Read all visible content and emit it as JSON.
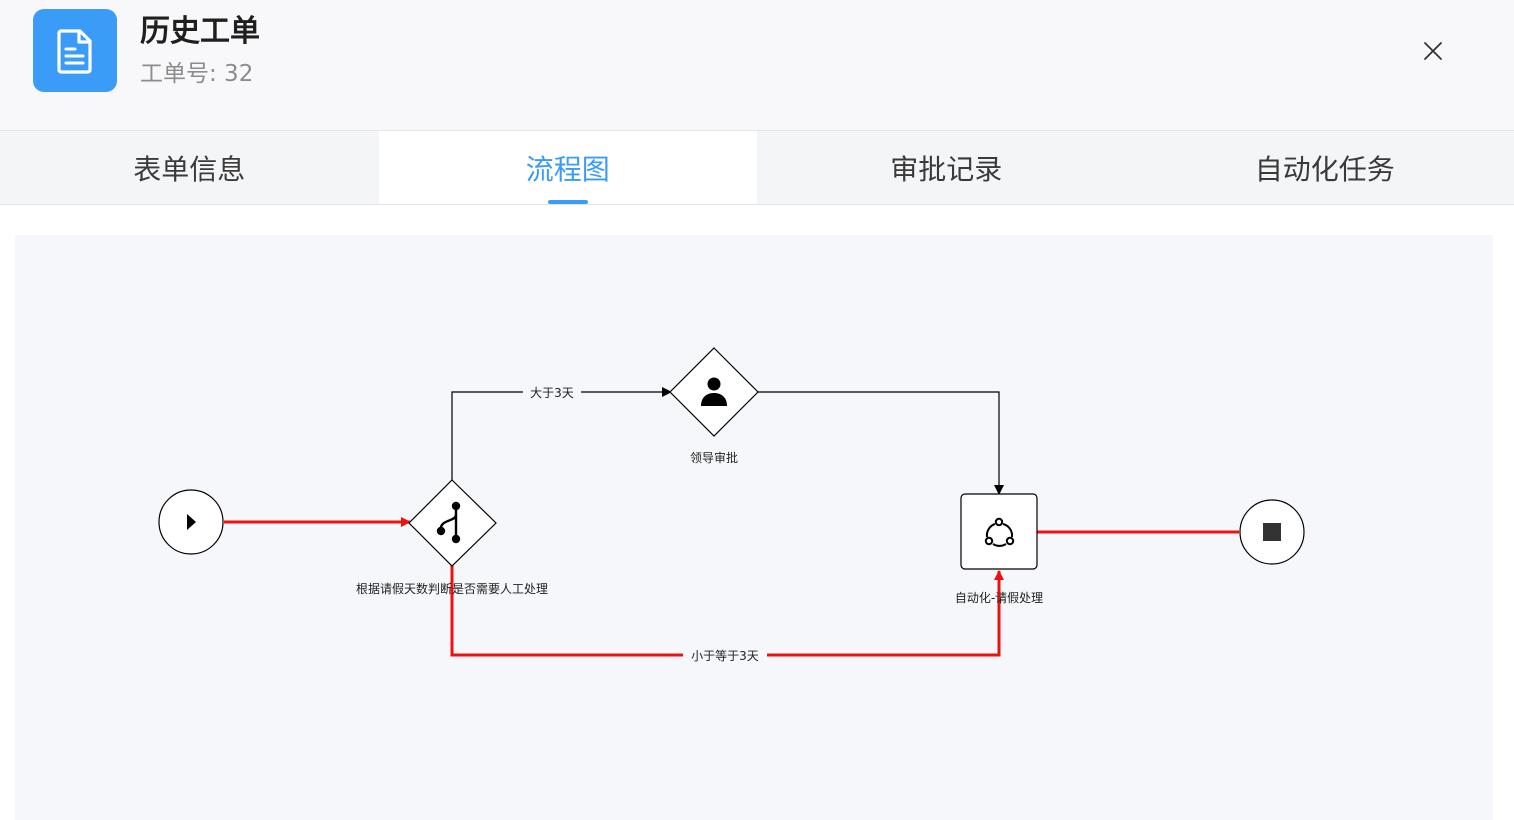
{
  "header": {
    "title": "历史工单",
    "subtitle": "工单号: 32",
    "icon": "document-icon",
    "close_icon": "close-icon"
  },
  "tabs": [
    {
      "label": "表单信息",
      "active": false
    },
    {
      "label": "流程图",
      "active": true
    },
    {
      "label": "审批记录",
      "active": false
    },
    {
      "label": "自动化任务",
      "active": false
    }
  ],
  "colors": {
    "accent": "#3b9cf7",
    "path_highlight": "#ee1111",
    "path_default": "#000000"
  },
  "flow": {
    "nodes": {
      "start": {
        "icon": "play-icon"
      },
      "gateway": {
        "label": "根据请假天数判断是否需要人工处理",
        "icon": "branch-icon"
      },
      "approval": {
        "label": "领导审批",
        "icon": "user-icon"
      },
      "automation": {
        "label": "自动化-请假处理",
        "icon": "share-icon"
      },
      "end": {
        "icon": "stop-icon"
      }
    },
    "edges": {
      "upper_label": "大于3天",
      "lower_label": "小于等于3天"
    }
  }
}
